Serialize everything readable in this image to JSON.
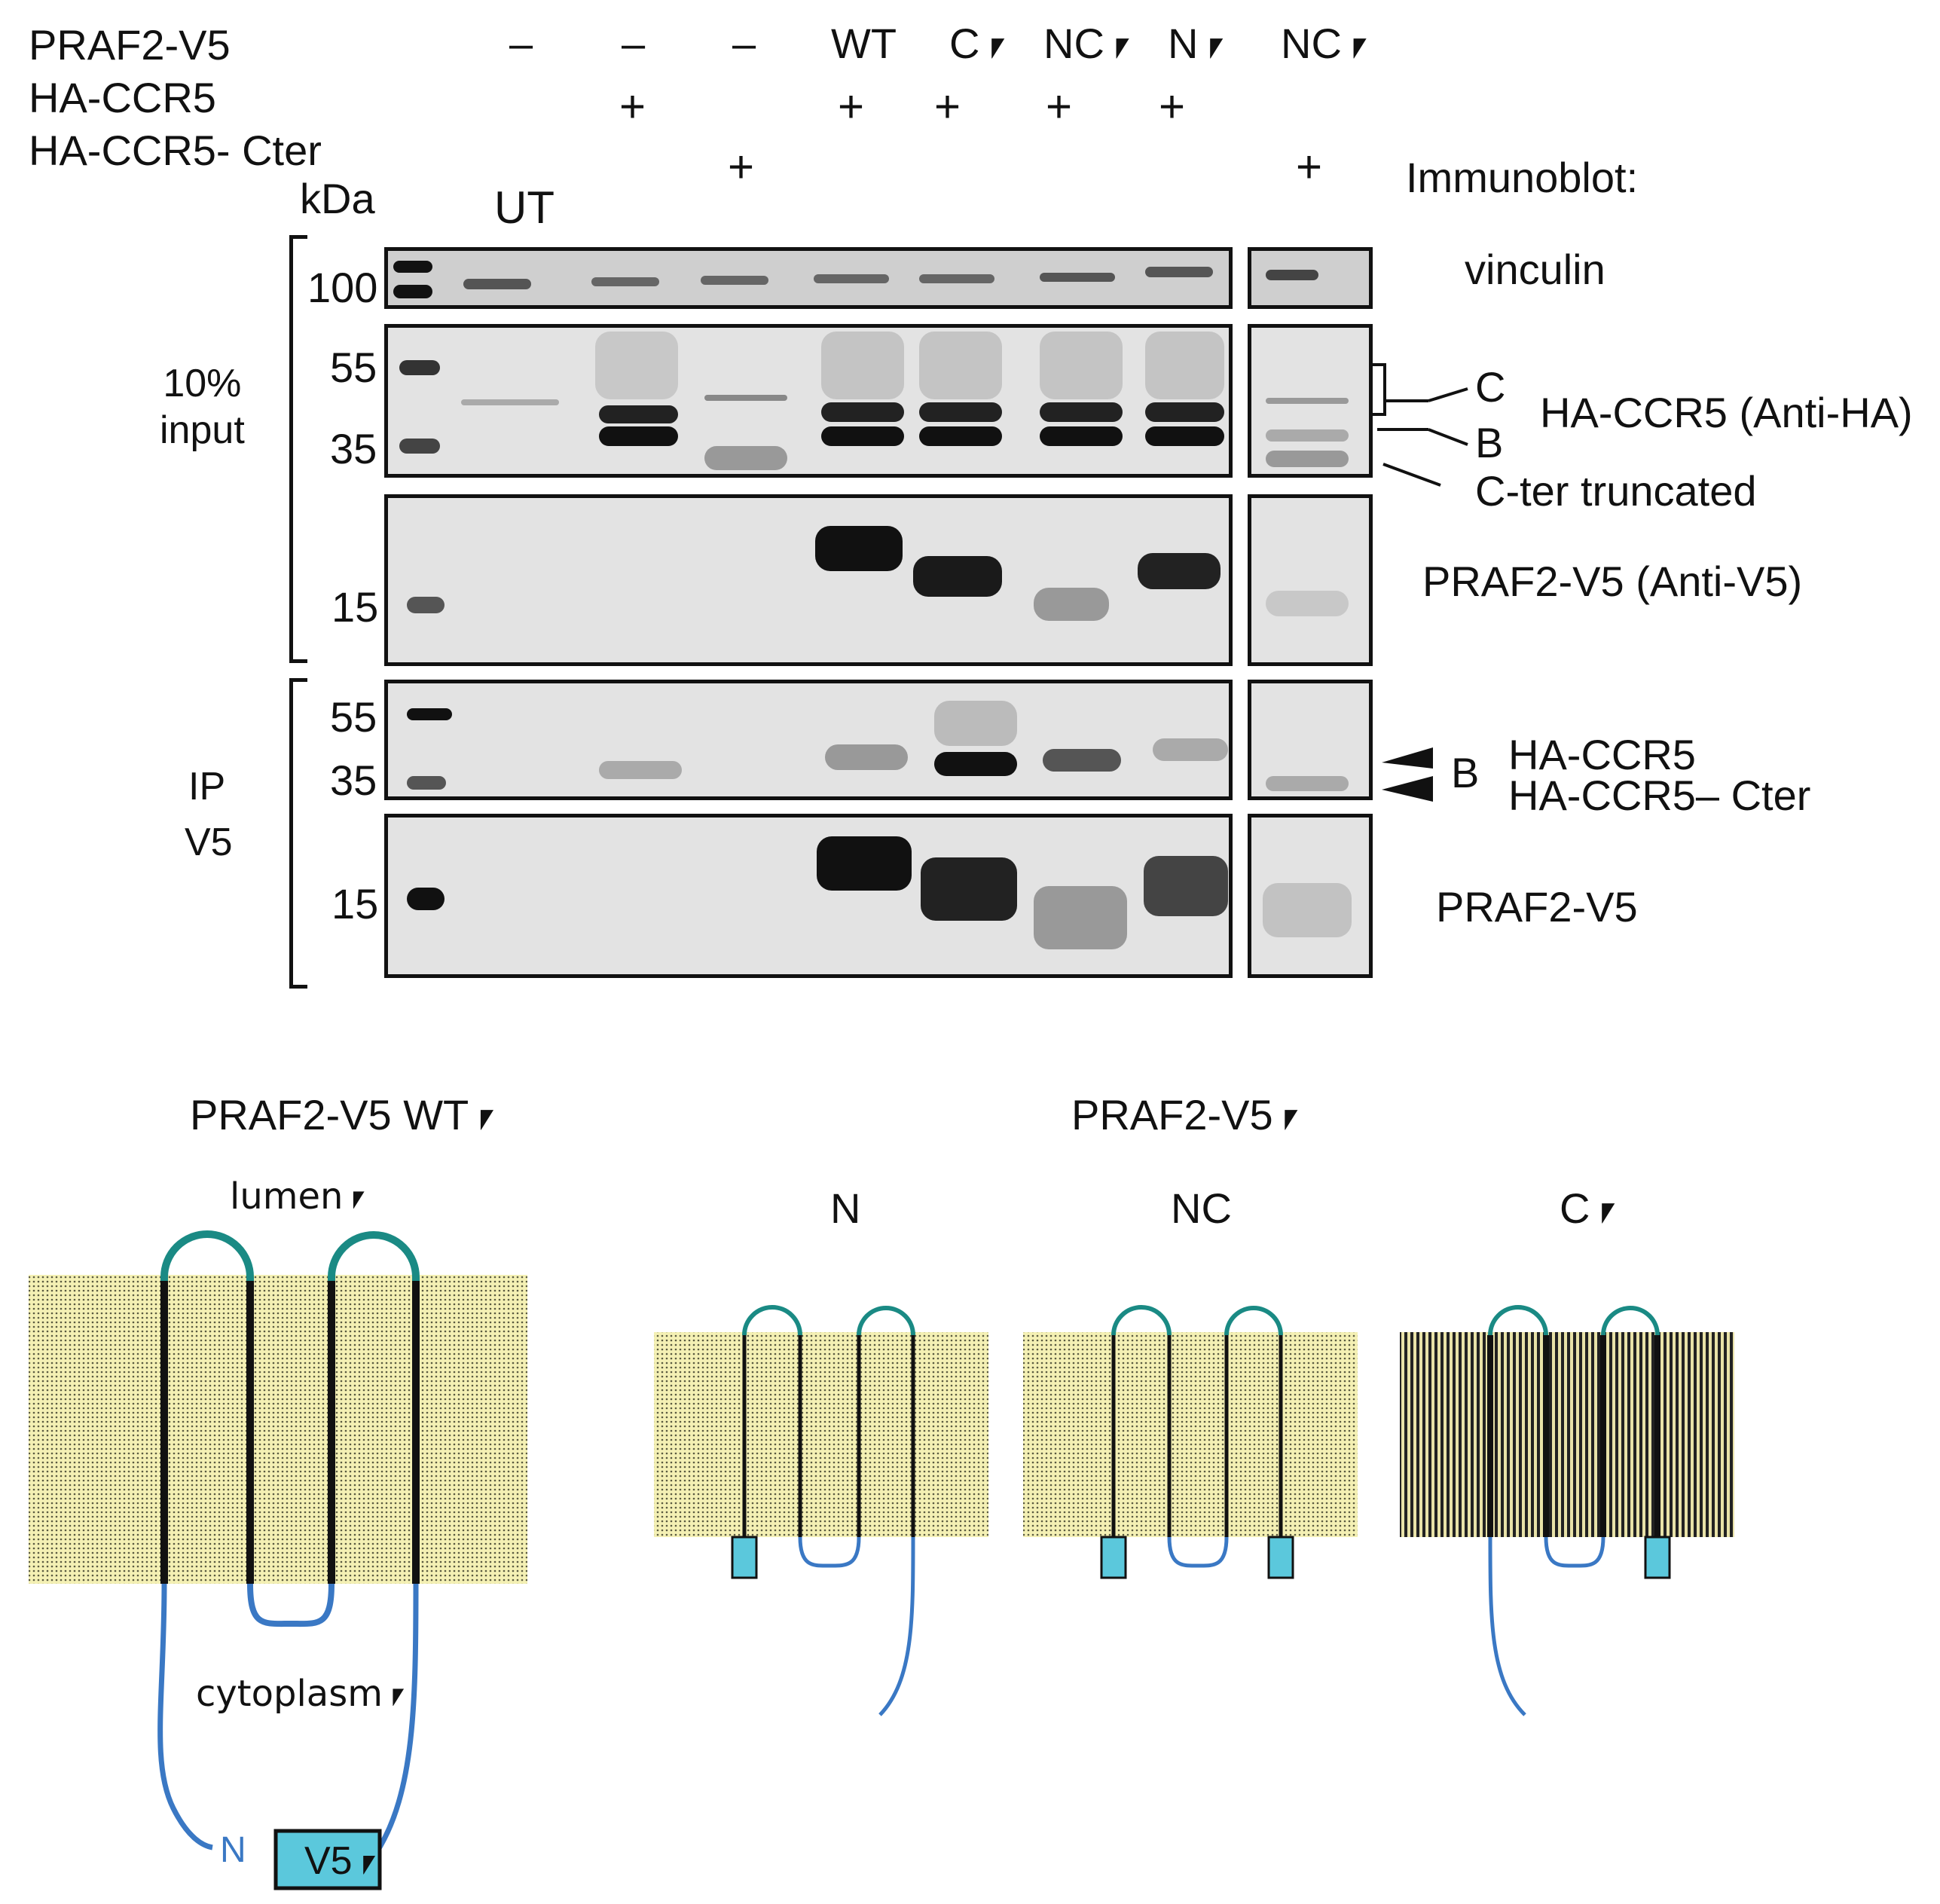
{
  "header": {
    "row_labels": [
      "PRAF2-V5",
      "HA-CCR5",
      "HA-CCR5-  Cter"
    ],
    "kda_label": "kDa",
    "immunoblot_label": "Immunoblot:",
    "ut_label": "UT",
    "praf2_row": [
      "–",
      "–",
      "–",
      "WT",
      "C⎖",
      "NC⎖",
      "N⎖",
      "NC⎖"
    ],
    "hccr5_row": [
      "",
      "+",
      "",
      "+",
      "+",
      "+",
      "+",
      ""
    ],
    "hccr5cter_row": [
      "",
      "",
      "+",
      "",
      "",
      "",
      "",
      "+"
    ]
  },
  "blot": {
    "group_input": "10%\ninput",
    "group_ip_line1": "IP",
    "group_ip_line2": "V5",
    "markers": {
      "vinculin": "100",
      "ha_55": "55",
      "ha_35": "35",
      "v5_15": "15",
      "ip_55": "55",
      "ip_35": "35",
      "ip_15": "15"
    },
    "labels": {
      "vinculin": "vinculin",
      "ha_ccr5": "HA-CCR5 (Anti-HA)",
      "band_c": "C",
      "band_b": "B",
      "cter_truncated": "C-ter truncated",
      "praf2_v5": "PRAF2-V5 (Anti-V5)",
      "ip_ha_ccr5": "HA-CCR5",
      "ip_ha_ccr5_cter": "HA-CCR5–  Cter",
      "ip_band_b": "B",
      "ip_praf2": "PRAF2-V5"
    }
  },
  "diagrams": {
    "wt_title": "PRAF2-V5 WT⎖",
    "mutants_title": "PRAF2-V5⎖",
    "lumen": "lumen⎖",
    "cytoplasm": "cytoplasm⎖",
    "n_terminus": "N",
    "v5_tag": "V5⎖",
    "mutant_labels": [
      "N",
      "NC",
      "C⎖"
    ],
    "colors": {
      "membrane": "#f4f0b4",
      "luminal_loop": "#1a8a84",
      "cytoplasmic_loop": "#3a78c4",
      "tag": "#5bc8dc"
    }
  }
}
